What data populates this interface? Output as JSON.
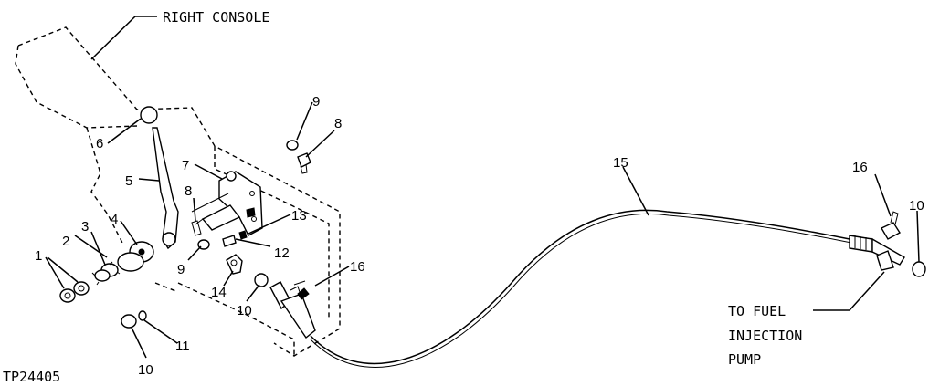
{
  "figure_id": "TP24405",
  "labels": {
    "right_console": "RIGHT CONSOLE",
    "fuel_line1": "TO FUEL",
    "fuel_line2": "INJECTION",
    "fuel_line3": "PUMP"
  },
  "callouts": {
    "c1": "1",
    "c2": "2",
    "c3": "3",
    "c4": "4",
    "c5": "5",
    "c6": "6",
    "c7": "7",
    "c8a": "8",
    "c8b": "8",
    "c9a": "9",
    "c9b": "9",
    "c10a": "10",
    "c10b": "10",
    "c10c": "10",
    "c11": "11",
    "c12": "12",
    "c13": "13",
    "c14": "14",
    "c15": "15",
    "c16a": "16",
    "c16b": "16"
  }
}
